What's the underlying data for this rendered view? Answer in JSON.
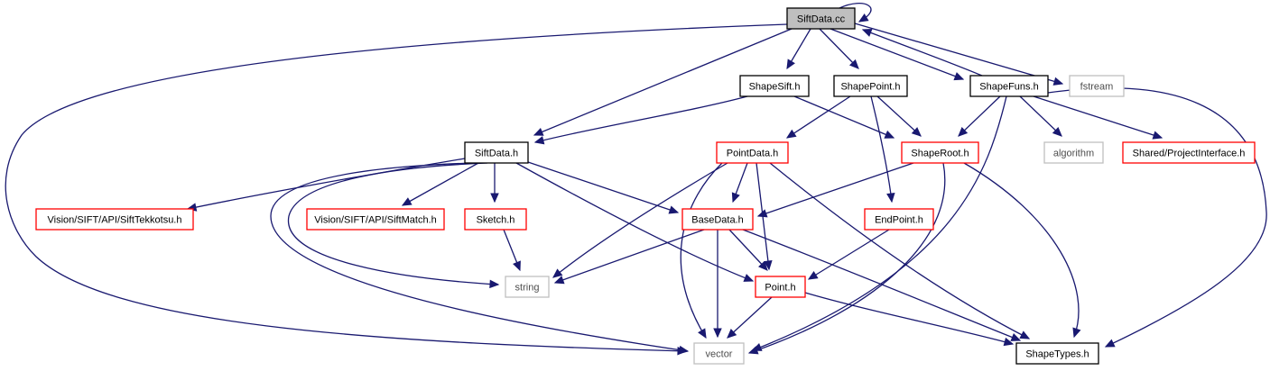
{
  "graph": {
    "colors": {
      "edge": "#191970",
      "root_fill": "#bfbfbf",
      "truncated_border": "#ff0000",
      "external_border": "#bfbfbf"
    },
    "nodes": [
      {
        "id": "siftdata_cc",
        "label": "SiftData.cc",
        "kind": "root"
      },
      {
        "id": "shapesift_h",
        "label": "ShapeSift.h",
        "kind": "normal"
      },
      {
        "id": "shapepoint_h",
        "label": "ShapePoint.h",
        "kind": "normal"
      },
      {
        "id": "shapefuns_h",
        "label": "ShapeFuns.h",
        "kind": "normal"
      },
      {
        "id": "fstream",
        "label": "fstream",
        "kind": "external"
      },
      {
        "id": "siftdata_h",
        "label": "SiftData.h",
        "kind": "normal"
      },
      {
        "id": "pointdata_h",
        "label": "PointData.h",
        "kind": "truncated"
      },
      {
        "id": "shaperoot_h",
        "label": "ShapeRoot.h",
        "kind": "truncated"
      },
      {
        "id": "algorithm",
        "label": "algorithm",
        "kind": "external"
      },
      {
        "id": "projectinterface_h",
        "label": "Shared/ProjectInterface.h",
        "kind": "truncated"
      },
      {
        "id": "sifttekkotsu_h",
        "label": "Vision/SIFT/API/SiftTekkotsu.h",
        "kind": "truncated"
      },
      {
        "id": "siftmatch_h",
        "label": "Vision/SIFT/API/SiftMatch.h",
        "kind": "truncated"
      },
      {
        "id": "sketch_h",
        "label": "Sketch.h",
        "kind": "truncated"
      },
      {
        "id": "basedata_h",
        "label": "BaseData.h",
        "kind": "truncated"
      },
      {
        "id": "endpoint_h",
        "label": "EndPoint.h",
        "kind": "truncated"
      },
      {
        "id": "string",
        "label": "string",
        "kind": "external"
      },
      {
        "id": "point_h",
        "label": "Point.h",
        "kind": "truncated"
      },
      {
        "id": "vector",
        "label": "vector",
        "kind": "external"
      },
      {
        "id": "shapetypes_h",
        "label": "ShapeTypes.h",
        "kind": "normal"
      }
    ],
    "edges": [
      [
        "siftdata_cc",
        "siftdata_cc"
      ],
      [
        "siftdata_cc",
        "shapesift_h"
      ],
      [
        "siftdata_cc",
        "shapepoint_h"
      ],
      [
        "siftdata_cc",
        "shapefuns_h"
      ],
      [
        "siftdata_cc",
        "fstream"
      ],
      [
        "siftdata_cc",
        "siftdata_h"
      ],
      [
        "siftdata_cc",
        "vector"
      ],
      [
        "shapesift_h",
        "siftdata_h"
      ],
      [
        "shapesift_h",
        "shaperoot_h"
      ],
      [
        "shapepoint_h",
        "pointdata_h"
      ],
      [
        "shapepoint_h",
        "shaperoot_h"
      ],
      [
        "shapepoint_h",
        "endpoint_h"
      ],
      [
        "shapefuns_h",
        "siftdata_cc"
      ],
      [
        "shapefuns_h",
        "shaperoot_h"
      ],
      [
        "shapefuns_h",
        "algorithm"
      ],
      [
        "shapefuns_h",
        "projectinterface_h"
      ],
      [
        "shapefuns_h",
        "vector"
      ],
      [
        "shapefuns_h",
        "shapetypes_h"
      ],
      [
        "siftdata_h",
        "sifttekkotsu_h"
      ],
      [
        "siftdata_h",
        "siftmatch_h"
      ],
      [
        "siftdata_h",
        "sketch_h"
      ],
      [
        "siftdata_h",
        "basedata_h"
      ],
      [
        "siftdata_h",
        "point_h"
      ],
      [
        "siftdata_h",
        "string"
      ],
      [
        "siftdata_h",
        "vector"
      ],
      [
        "pointdata_h",
        "basedata_h"
      ],
      [
        "pointdata_h",
        "point_h"
      ],
      [
        "pointdata_h",
        "string"
      ],
      [
        "pointdata_h",
        "vector"
      ],
      [
        "pointdata_h",
        "shapetypes_h"
      ],
      [
        "shaperoot_h",
        "basedata_h"
      ],
      [
        "shaperoot_h",
        "vector"
      ],
      [
        "shaperoot_h",
        "shapetypes_h"
      ],
      [
        "sketch_h",
        "string"
      ],
      [
        "basedata_h",
        "string"
      ],
      [
        "basedata_h",
        "point_h"
      ],
      [
        "basedata_h",
        "vector"
      ],
      [
        "basedata_h",
        "shapetypes_h"
      ],
      [
        "endpoint_h",
        "point_h"
      ],
      [
        "point_h",
        "vector"
      ],
      [
        "point_h",
        "shapetypes_h"
      ]
    ]
  }
}
